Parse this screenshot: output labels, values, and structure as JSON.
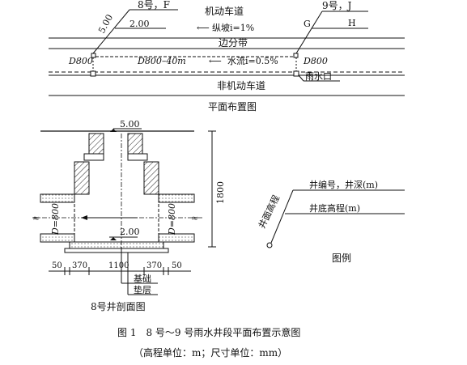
{
  "plan": {
    "title": "平面布置图",
    "motor_lane": "机动车道",
    "divider": "边分带",
    "nonmotor_lane": "非机动车道",
    "slope": "纵坡i=1%",
    "flow": "水流i=0.5%",
    "well8_label": "8号，F",
    "well9_label": "9号，J",
    "left_val1": "2.00",
    "left_val2": "5.00",
    "right_g": "G",
    "right_h": "H",
    "pipe_left": "D800",
    "pipe_mid": "D800–40m",
    "pipe_right": "D800",
    "inlet": "雨水口"
  },
  "section": {
    "title": "8号井剖面图",
    "top_elev": "5.00",
    "bottom_elev": "2.00",
    "height": "1800",
    "pipe_d_left": "D=800",
    "pipe_d_right": "D=800",
    "dims": [
      "50",
      "370",
      "1100",
      "370",
      "50"
    ],
    "foundation": "基础",
    "cushion": "垫层"
  },
  "legend": {
    "title": "图例",
    "rim": "井面高程",
    "id_depth": "井编号，井深(m)",
    "bottom": "井底高程(m)"
  },
  "caption": {
    "main": "图 1　8 号～9 号雨水井段平面布置示意图",
    "units": "（高程单位：m；尺寸单位：mm）"
  }
}
